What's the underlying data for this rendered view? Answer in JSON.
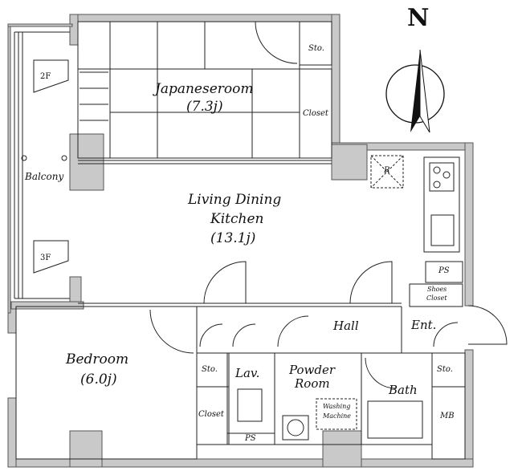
{
  "compass": {
    "north_label": "N"
  },
  "rooms": {
    "japanese_room": {
      "name": "Japaneseroom",
      "size": "(7.3j)"
    },
    "living_dining_kitchen": {
      "name_line1": "Living Dining",
      "name_line2": "Kitchen",
      "size": "(13.1j)"
    },
    "bedroom": {
      "name": "Bedroom",
      "size": "(6.0j)"
    },
    "balcony": {
      "name": "Balcony"
    },
    "hall": {
      "name": "Hall"
    },
    "entrance": {
      "name": "Ent."
    },
    "lavatory": {
      "name": "Lav."
    },
    "powder_room": {
      "name_line1": "Powder",
      "name_line2": "Room"
    },
    "bath": {
      "name": "Bath"
    }
  },
  "storage": {
    "sto_top": "Sto.",
    "closet_japanese": "Closet",
    "sto_bedroom": "Sto.",
    "closet_bedroom": "Closet",
    "sto_entrance": "Sto.",
    "shoes_closet_line1": "Shoes",
    "shoes_closet_line2": "Closet",
    "ps_kitchen": "PS",
    "ps_lav": "PS",
    "mb": "MB",
    "refrigerator": "R",
    "washing_machine_line1": "Washing",
    "washing_machine_line2": "Machine"
  },
  "balcony_marks": {
    "upper": "2F",
    "lower": "3F"
  }
}
